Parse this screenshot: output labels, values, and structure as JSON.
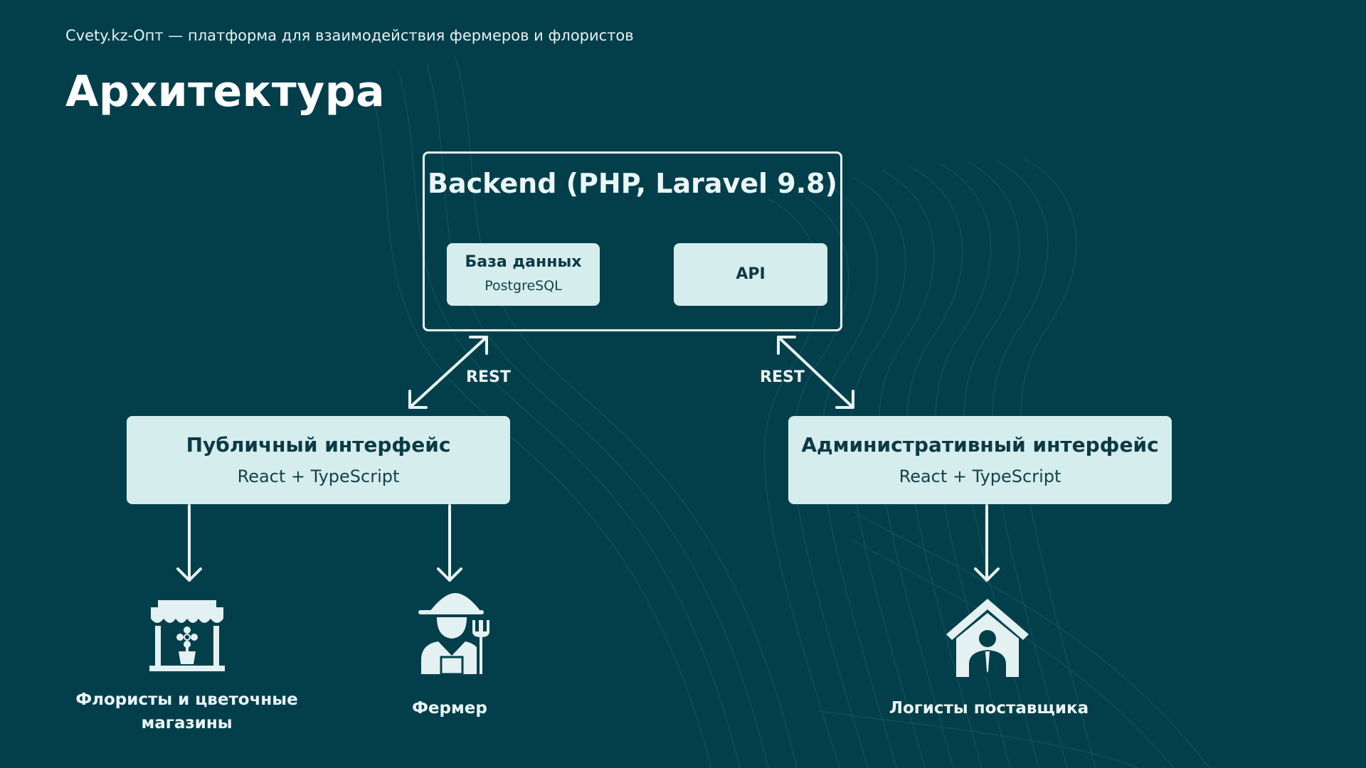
{
  "header": {
    "subtitle": "Cvety.kz-Опт — платформа для взаимодействия фермеров и флористов",
    "title": "Архитектура"
  },
  "backend": {
    "title": "Backend (PHP, Laravel 9.8)",
    "database": {
      "title": "База данных",
      "subtitle": "PostgreSQL"
    },
    "api": {
      "title": "API"
    }
  },
  "connections": {
    "left_label": "REST",
    "right_label": "REST"
  },
  "interfaces": {
    "public": {
      "title": "Публичный интерфейс",
      "subtitle": "React + TypeScript"
    },
    "admin": {
      "title": "Административный интерфейс",
      "subtitle": "React + TypeScript"
    }
  },
  "actors": {
    "florists": {
      "label": "Флористы и цветочные магазины",
      "icon": "flower-shop-icon"
    },
    "farmer": {
      "label": "Фермер",
      "icon": "farmer-icon"
    },
    "logists": {
      "label": "Логисты поставщика",
      "icon": "house-person-icon"
    }
  },
  "colors": {
    "background": "#033f4b",
    "box_fill": "#d6eded",
    "line": "#e8f4f5",
    "box_text": "#0c3a45"
  }
}
